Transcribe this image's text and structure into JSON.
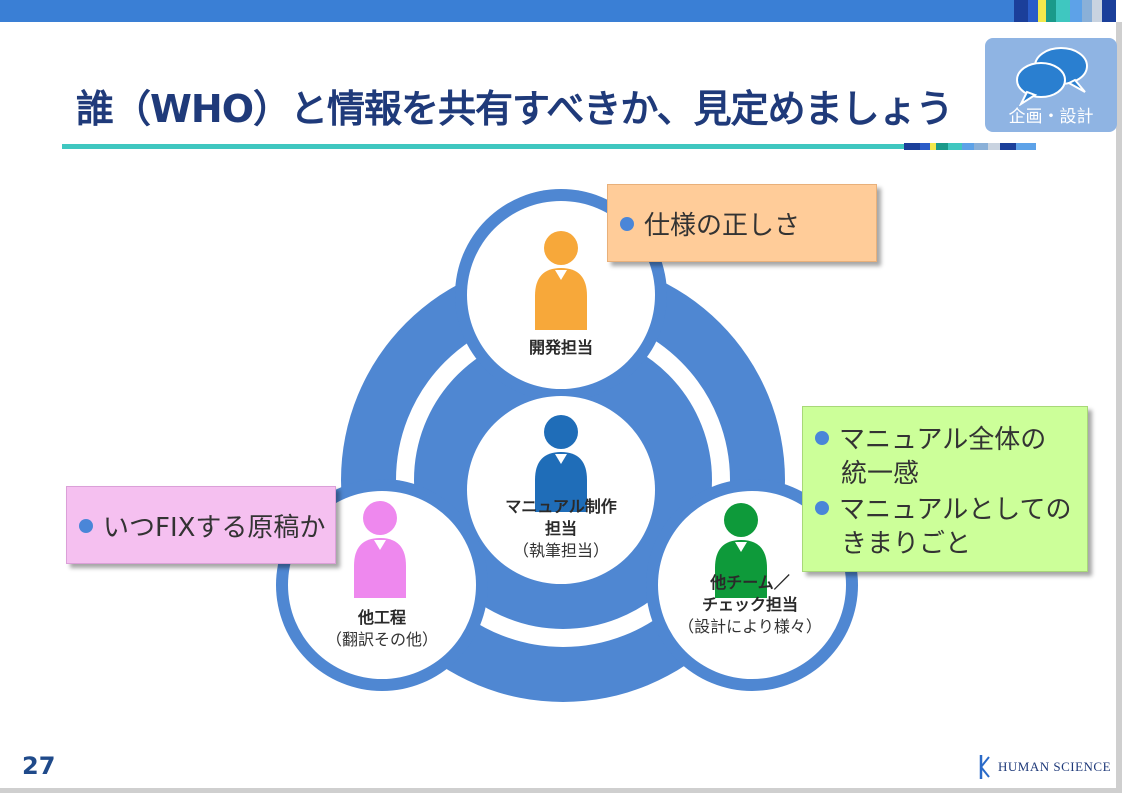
{
  "slide": {
    "title": "誰（WHO）と情報を共有すべきか、見定めましょう",
    "page_number": "27",
    "category_badge": {
      "label": "企画・設計",
      "icon": "speech-bubbles-icon"
    },
    "logo": {
      "text": "HUMAN SCIENCE",
      "icon": "human-science-logo-icon"
    }
  },
  "colors": {
    "header_bar": "#3a7fd5",
    "title_text": "#1f3a7a",
    "title_rule": "#3fc7c0",
    "ring": "#4f87d2",
    "callout_orange": "#ffcc99",
    "callout_pink": "#f5c0f0",
    "callout_green": "#ccff99"
  },
  "diagram": {
    "nodes": [
      {
        "id": "dev",
        "label": "開発担当",
        "sublabel": "",
        "person_color": "#f7a83a",
        "icon": "person-icon"
      },
      {
        "id": "center",
        "label": "マニュアル制作",
        "label2": "担当",
        "sublabel": "（執筆担当）",
        "person_color": "#1f6db8",
        "icon": "person-icon"
      },
      {
        "id": "other",
        "label": "他工程",
        "sublabel": "（翻訳その他）",
        "person_color": "#ee88ee",
        "icon": "person-icon"
      },
      {
        "id": "team",
        "label": "他チーム／",
        "label2": "チェック担当",
        "sublabel": "（設計により様々）",
        "person_color": "#0e9a3a",
        "icon": "person-icon"
      }
    ],
    "callouts": {
      "top": {
        "items": [
          "仕様の正しさ"
        ]
      },
      "left": {
        "items": [
          "いつFIXする原稿か"
        ]
      },
      "right": {
        "items": [
          "マニュアル全体の統一感",
          "マニュアルとしてのきまりごと"
        ],
        "lines": [
          [
            "マニュアル全体の",
            "統一感"
          ],
          [
            "マニュアルとしての",
            "きまりごと"
          ]
        ]
      }
    }
  }
}
